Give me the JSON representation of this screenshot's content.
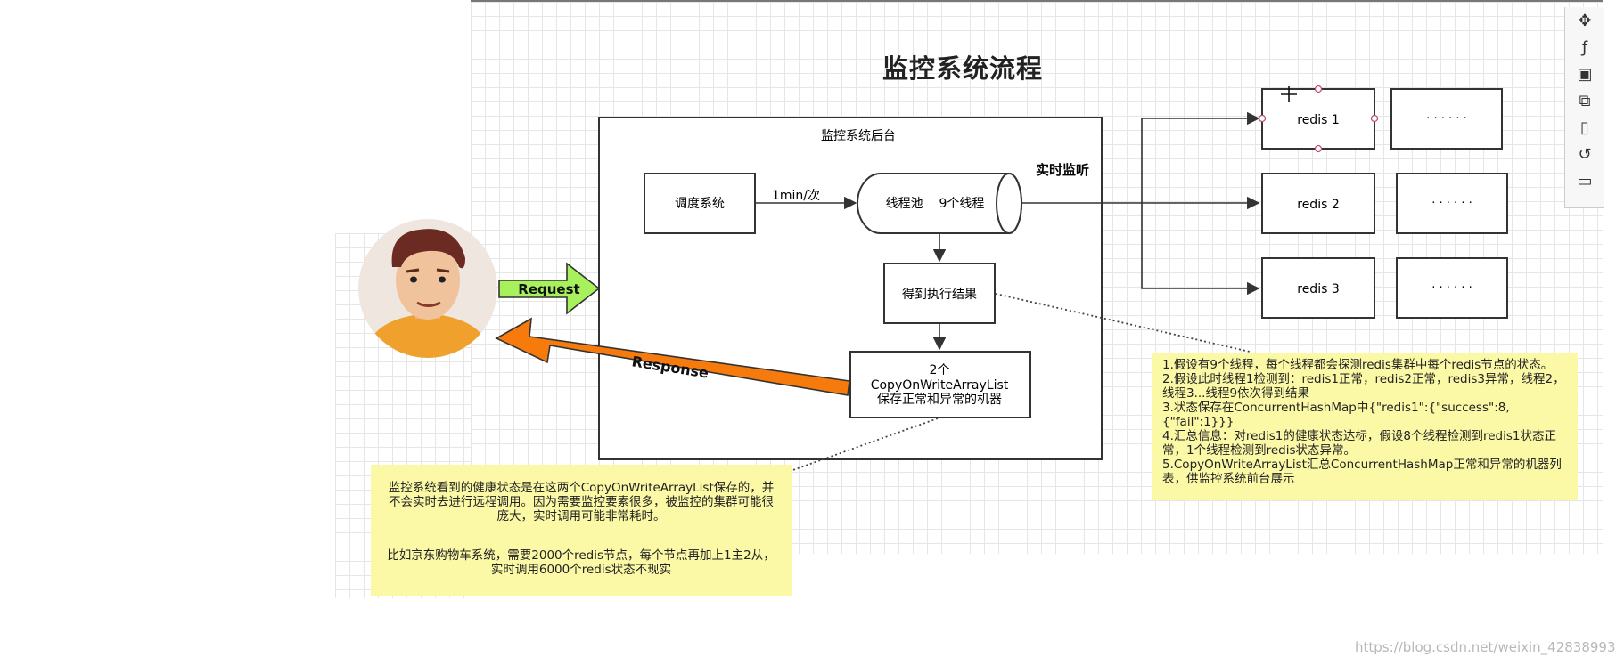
{
  "title": "监控系统流程",
  "backend_label": "监控系统后台",
  "scheduler_label": "调度系统",
  "rate_label": "1min/次",
  "threadpool_label": "线程池    9个线程",
  "realtime_label": "实时监听",
  "result_label": "得到执行结果",
  "cow_label": [
    "2个",
    "CopyOnWriteArrayList",
    "保存正常和异常的机器"
  ],
  "request_label": "Request",
  "response_label": "Response",
  "redis_nodes": [
    "redis 1",
    "redis 2",
    "redis 3"
  ],
  "ellipsis": "· · · · · ·",
  "note_right": [
    "1.假设有9个线程，每个线程都会探测redis集群中每个redis节点的状态。",
    "2.假设此时线程1检测到：redis1正常，redis2正常，redis3异常，线程2，线程3...线程9依次得到结果",
    "3.状态保存在ConcurrentHashMap中{\"redis1\":{\"success\":8,{\"fail\":1}}}",
    "4.汇总信息：对redis1的健康状态达标，假设8个线程检测到redis1状态正常，1个线程检测到redis状态异常。",
    "5.CopyOnWriteArrayList汇总ConcurrentHashMap正常和异常的机器列表，供监控系统前台展示"
  ],
  "note_left": [
    "监控系统看到的健康状态是在这两个CopyOnWriteArrayList保存的，并不会实时去进行远程调用。因为需要监控要素很多，被监控的集群可能很庞大，实时调用可能非常耗时。",
    "比如京东购物车系统，需要2000个redis节点，每个节点再加上1主2从，实时调用6000个redis状态不现实"
  ],
  "watermark": "https://blog.csdn.net/weixin_42838993",
  "colors": {
    "request_arrow": "#a6f15c",
    "response_arrow": "#f77a0c",
    "note_bg": "#fbf8a6"
  },
  "toolbar_icons": [
    "move-icon",
    "function-icon",
    "calendar-add-icon",
    "copy-icon",
    "page-icon",
    "history-icon",
    "comment-icon"
  ]
}
